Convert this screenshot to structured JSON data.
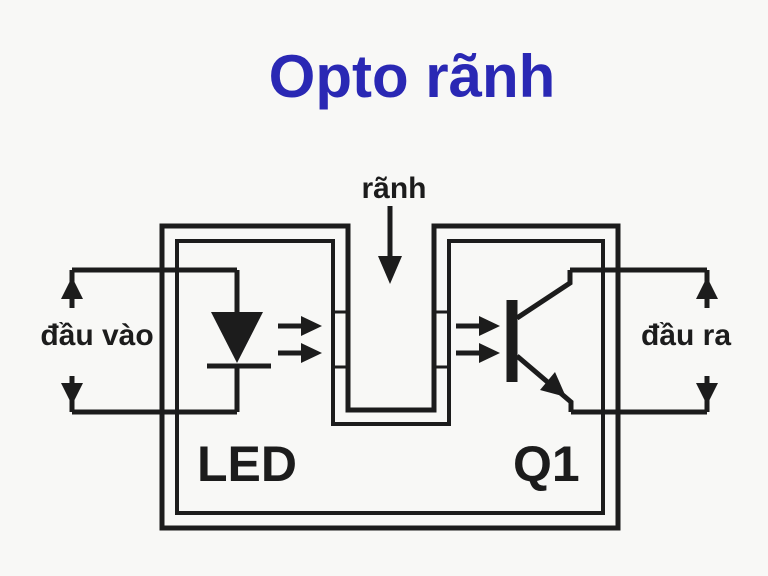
{
  "title": "Opto rãnh",
  "colors": {
    "title_blue": "#2a28b4",
    "ink": "#1c1c1c",
    "background": "#f8f8f6"
  },
  "diagram": {
    "type": "slotted-optocoupler-schematic",
    "slot_label": "rãnh",
    "input_label": "đầu vào",
    "output_label": "đầu ra",
    "emitter_part_label": "LED",
    "detector_part_label": "Q1"
  }
}
